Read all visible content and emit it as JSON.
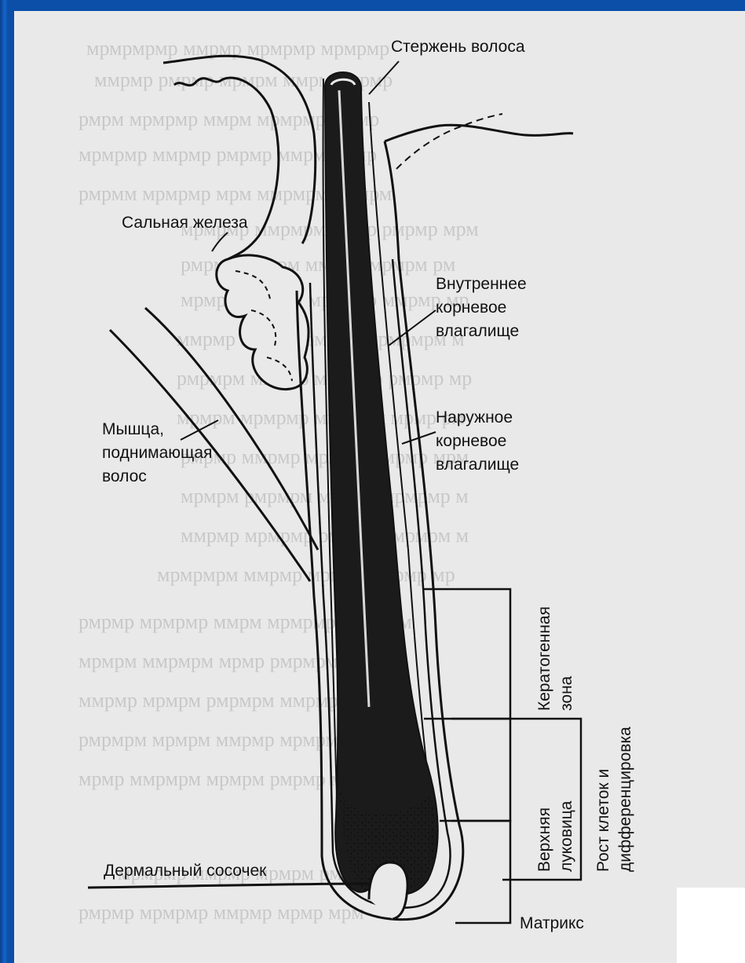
{
  "labels": {
    "shaft": "Стержень волоса",
    "sebaceous_gland": "Сальная железа",
    "inner_sheath": [
      "Внутреннее",
      "корневое",
      "влагалище"
    ],
    "outer_sheath": [
      "Наружное",
      "корневое",
      "влагалище"
    ],
    "muscle": [
      "Мышца,",
      "поднимающая",
      "волос"
    ],
    "keratogenous_zone": [
      "Кератогенная",
      "зона"
    ],
    "upper_bulb": [
      "Верхняя",
      "луковица"
    ],
    "growth_diff": [
      "Рост  клеток  и",
      "дифференцировка"
    ],
    "dermal_papilla": "Дермальный  сосочек",
    "matrix": "Матрикс"
  },
  "colors": {
    "frame": "#0b4fa8",
    "paper": "#e9e9e9",
    "ink": "#111111",
    "shaft": "#1b1b1b"
  }
}
